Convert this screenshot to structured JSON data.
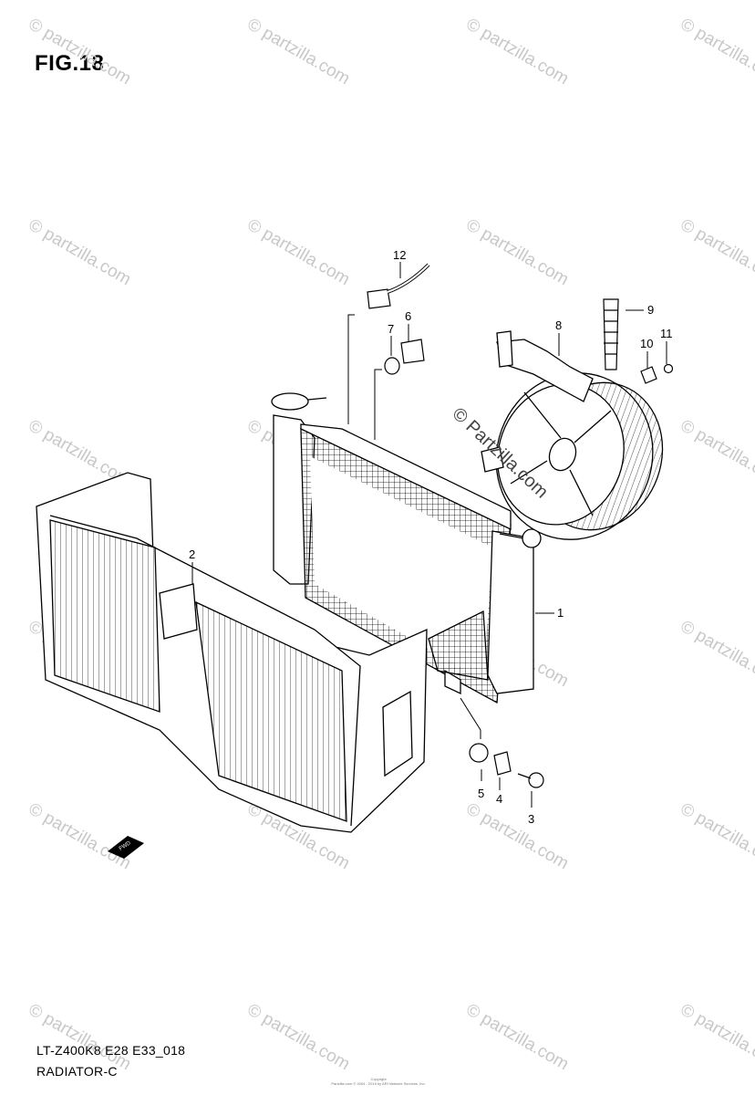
{
  "figure": {
    "title": "FIG.18",
    "model_code": "LT-Z400K8 E28 E33_018",
    "diagram_name": "RADIATOR-C",
    "copyright_lines": [
      "Copyright",
      "Partzilla.com © 2004 - 2019 by ARI Network Services, Inc."
    ]
  },
  "callouts": {
    "c1": "1",
    "c2": "2",
    "c3": "3",
    "c4": "4",
    "c5": "5",
    "c6": "6",
    "c7": "7",
    "c8": "8",
    "c9": "9",
    "c10": "10",
    "c11": "11",
    "c12": "12"
  },
  "watermark": {
    "text": "© partzilla.com",
    "center_text": "© Partzilla.com",
    "color": "#c8c8c8"
  },
  "fwd_arrow_label": "FWD"
}
